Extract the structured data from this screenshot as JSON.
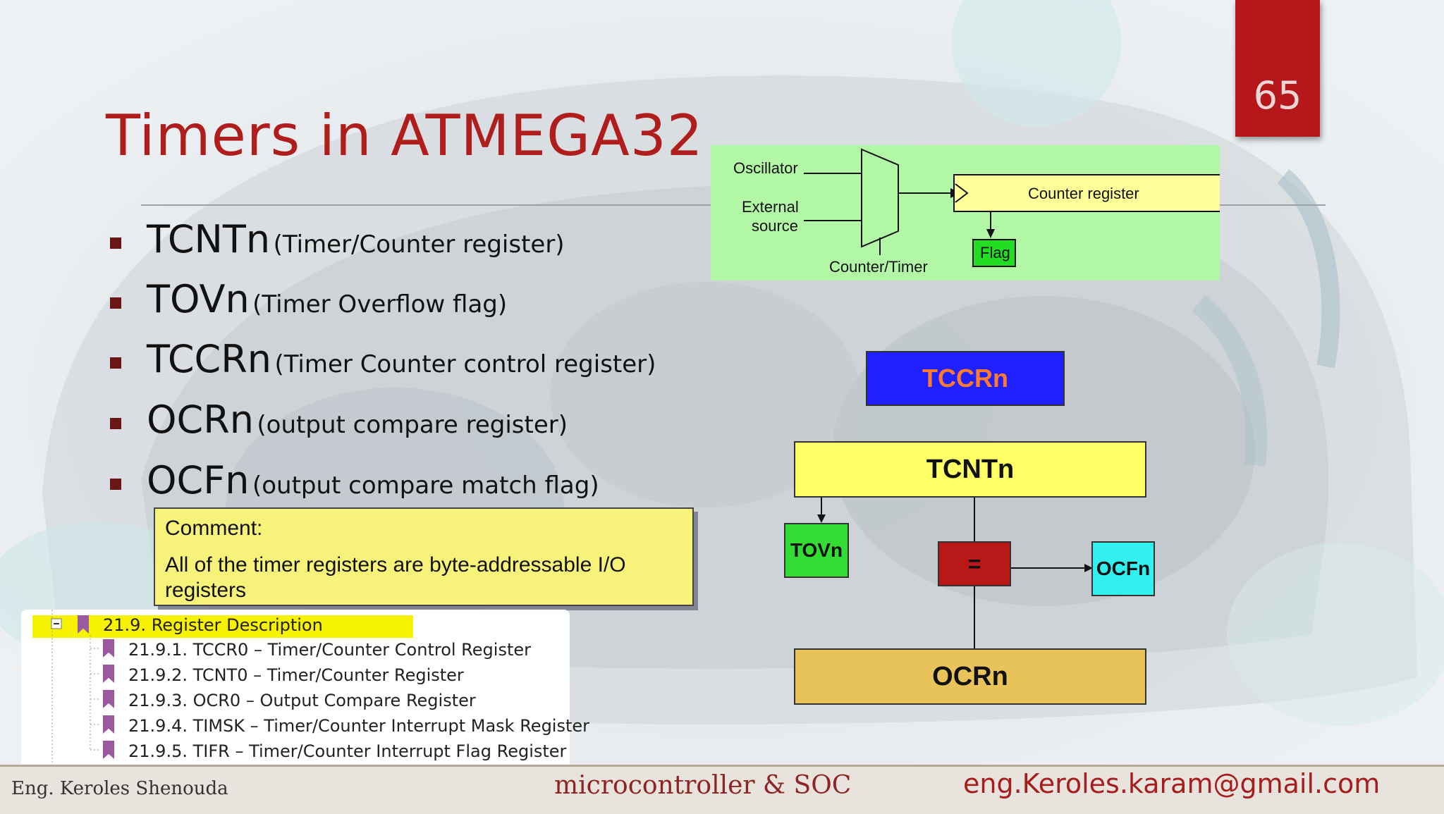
{
  "slide": {
    "page_number": "65",
    "title": "Timers in ATMEGA32"
  },
  "bullets": [
    {
      "name": "TCNTn",
      "desc": "(Timer/Counter register)"
    },
    {
      "name": "TOVn",
      "desc": "(Timer Overflow flag)"
    },
    {
      "name": "TCCRn",
      "desc": "(Timer Counter control register)"
    },
    {
      "name": "OCRn",
      "desc": "(output compare register)"
    },
    {
      "name": "OCFn",
      "desc": "(output compare match flag)"
    }
  ],
  "comment": {
    "heading": "Comment:",
    "text": "All of the timer registers are byte-addressable I/O registers"
  },
  "toc": {
    "parent": "21.9. Register Description",
    "items": [
      "21.9.1. TCCR0 – Timer/Counter Control Register",
      "21.9.2. TCNT0 – Timer/Counter Register",
      "21.9.3. OCR0 – Output Compare Register",
      "21.9.4. TIMSK – Timer/Counter Interrupt Mask Register",
      "21.9.5. TIFR – Timer/Counter Interrupt Flag Register"
    ]
  },
  "block_diagram": {
    "oscillator": "Oscillator",
    "external_line1": "External",
    "external_line2": "source",
    "counter_timer": "Counter/Timer",
    "counter_register": "Counter register",
    "flag": "Flag"
  },
  "register_diagram": {
    "tccrn": "TCCRn",
    "tcntn": "TCNTn",
    "tovn": "TOVn",
    "equals": "=",
    "ocfn": "OCFn",
    "ocrn": "OCRn"
  },
  "footer": {
    "author": "Eng. Keroles Shenouda",
    "course": "microcontroller & SOC",
    "email": "eng.Keroles.karam@gmail.com"
  },
  "colors": {
    "title": "#b01d1d",
    "page_tab": "#b5171b",
    "tccrn_box": "#1f1fff",
    "tccrn_text": "#ff7b2c",
    "tcntn_box": "#ffff66",
    "tovn_box": "#33dd33",
    "equals_box": "#b81818",
    "ocfn_box": "#33f0f0",
    "ocrn_box": "#e8c35a",
    "block_bg": "#b2f7a6",
    "counter_register_box": "#ffff99",
    "flag_box": "#22dd22"
  }
}
